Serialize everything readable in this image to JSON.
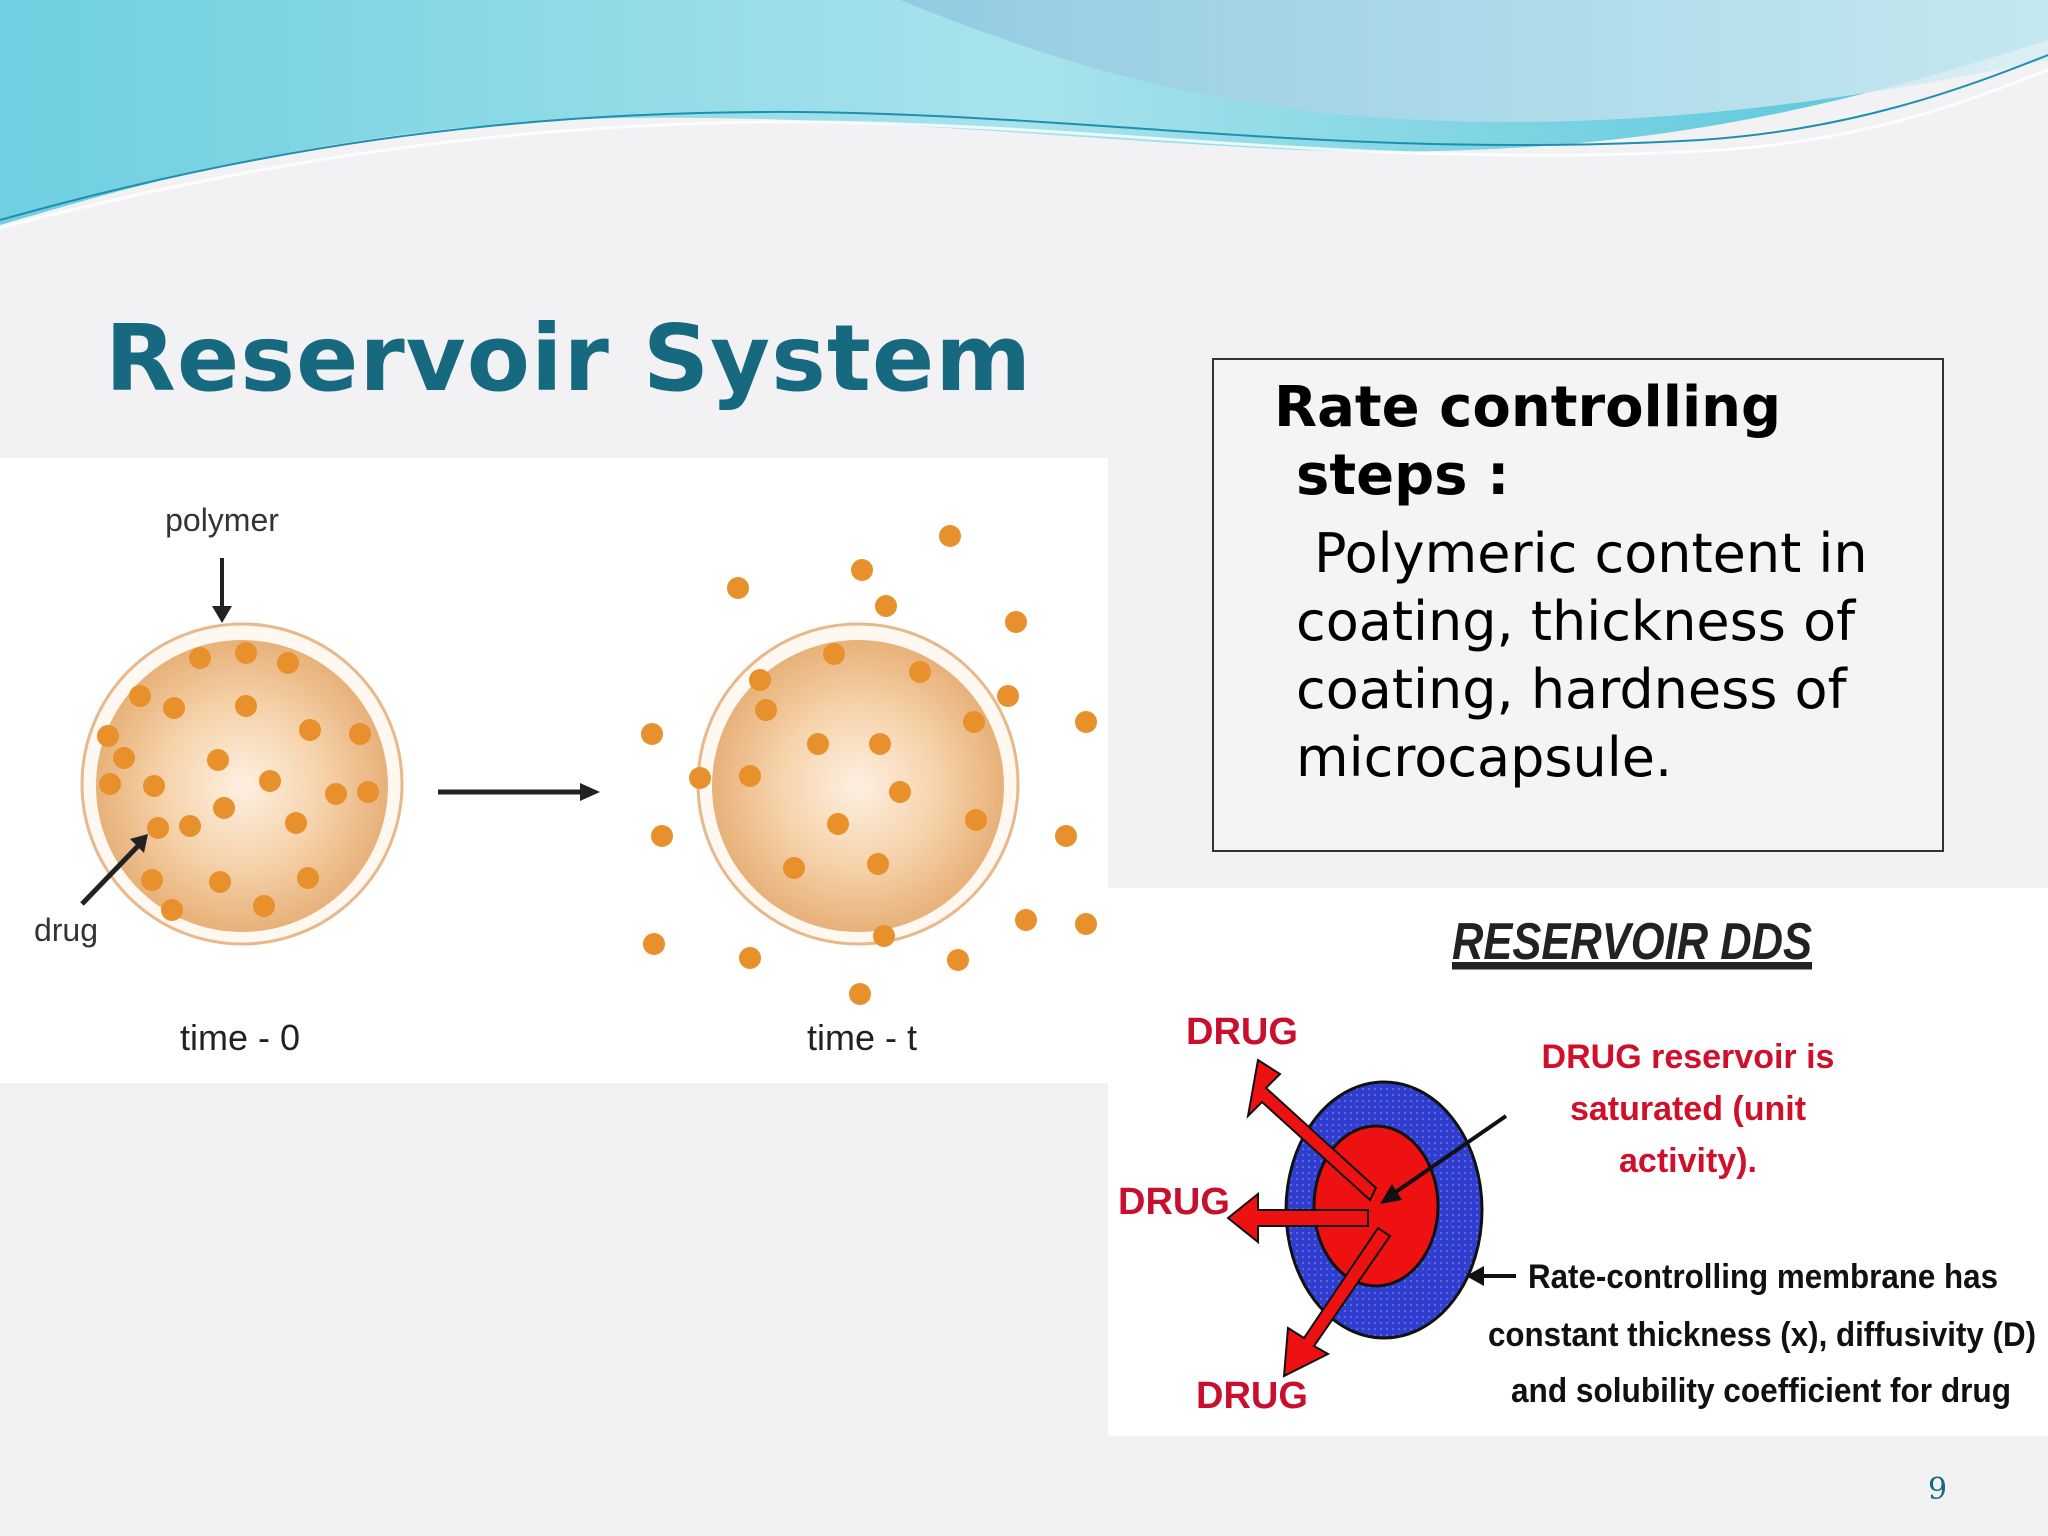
{
  "slide": {
    "title": "Reservoir System",
    "page_number": "9"
  },
  "textbox": {
    "heading_line1": "Rate controlling",
    "heading_line2": "steps :",
    "body_lines": [
      "Polymeric content in",
      "coating, thickness of",
      "coating, hardness of",
      "microcapsule."
    ]
  },
  "left_diagram": {
    "polymer_label": "polymer",
    "drug_label": "drug",
    "time0_label": "time - 0",
    "timet_label": "time - t",
    "colors": {
      "particle": "#e8902c",
      "capsule_center": "#fdf0e2",
      "capsule_edge": "#e7b179",
      "membrane": "#e8b88a"
    }
  },
  "right_diagram": {
    "title": "RESERVOIR DDS",
    "drug_labels": [
      "DRUG",
      "DRUG",
      "DRUG"
    ],
    "reservoir_note": [
      "DRUG reservoir is",
      "saturated (unit",
      "activity)."
    ],
    "membrane_note": [
      "Rate-controlling membrane has",
      "constant thickness (x), diffusivity (D)",
      "and solubility coefficient for drug"
    ],
    "colors": {
      "membrane": "#2f3ecf",
      "reservoir": "#ee1111",
      "drug_text": "#c8102e",
      "reservoir_note": "#d0102a"
    }
  },
  "theme": {
    "title_color": "#16697e",
    "wave_light": "#8fdde6",
    "wave_dark": "#2aa7c4"
  }
}
